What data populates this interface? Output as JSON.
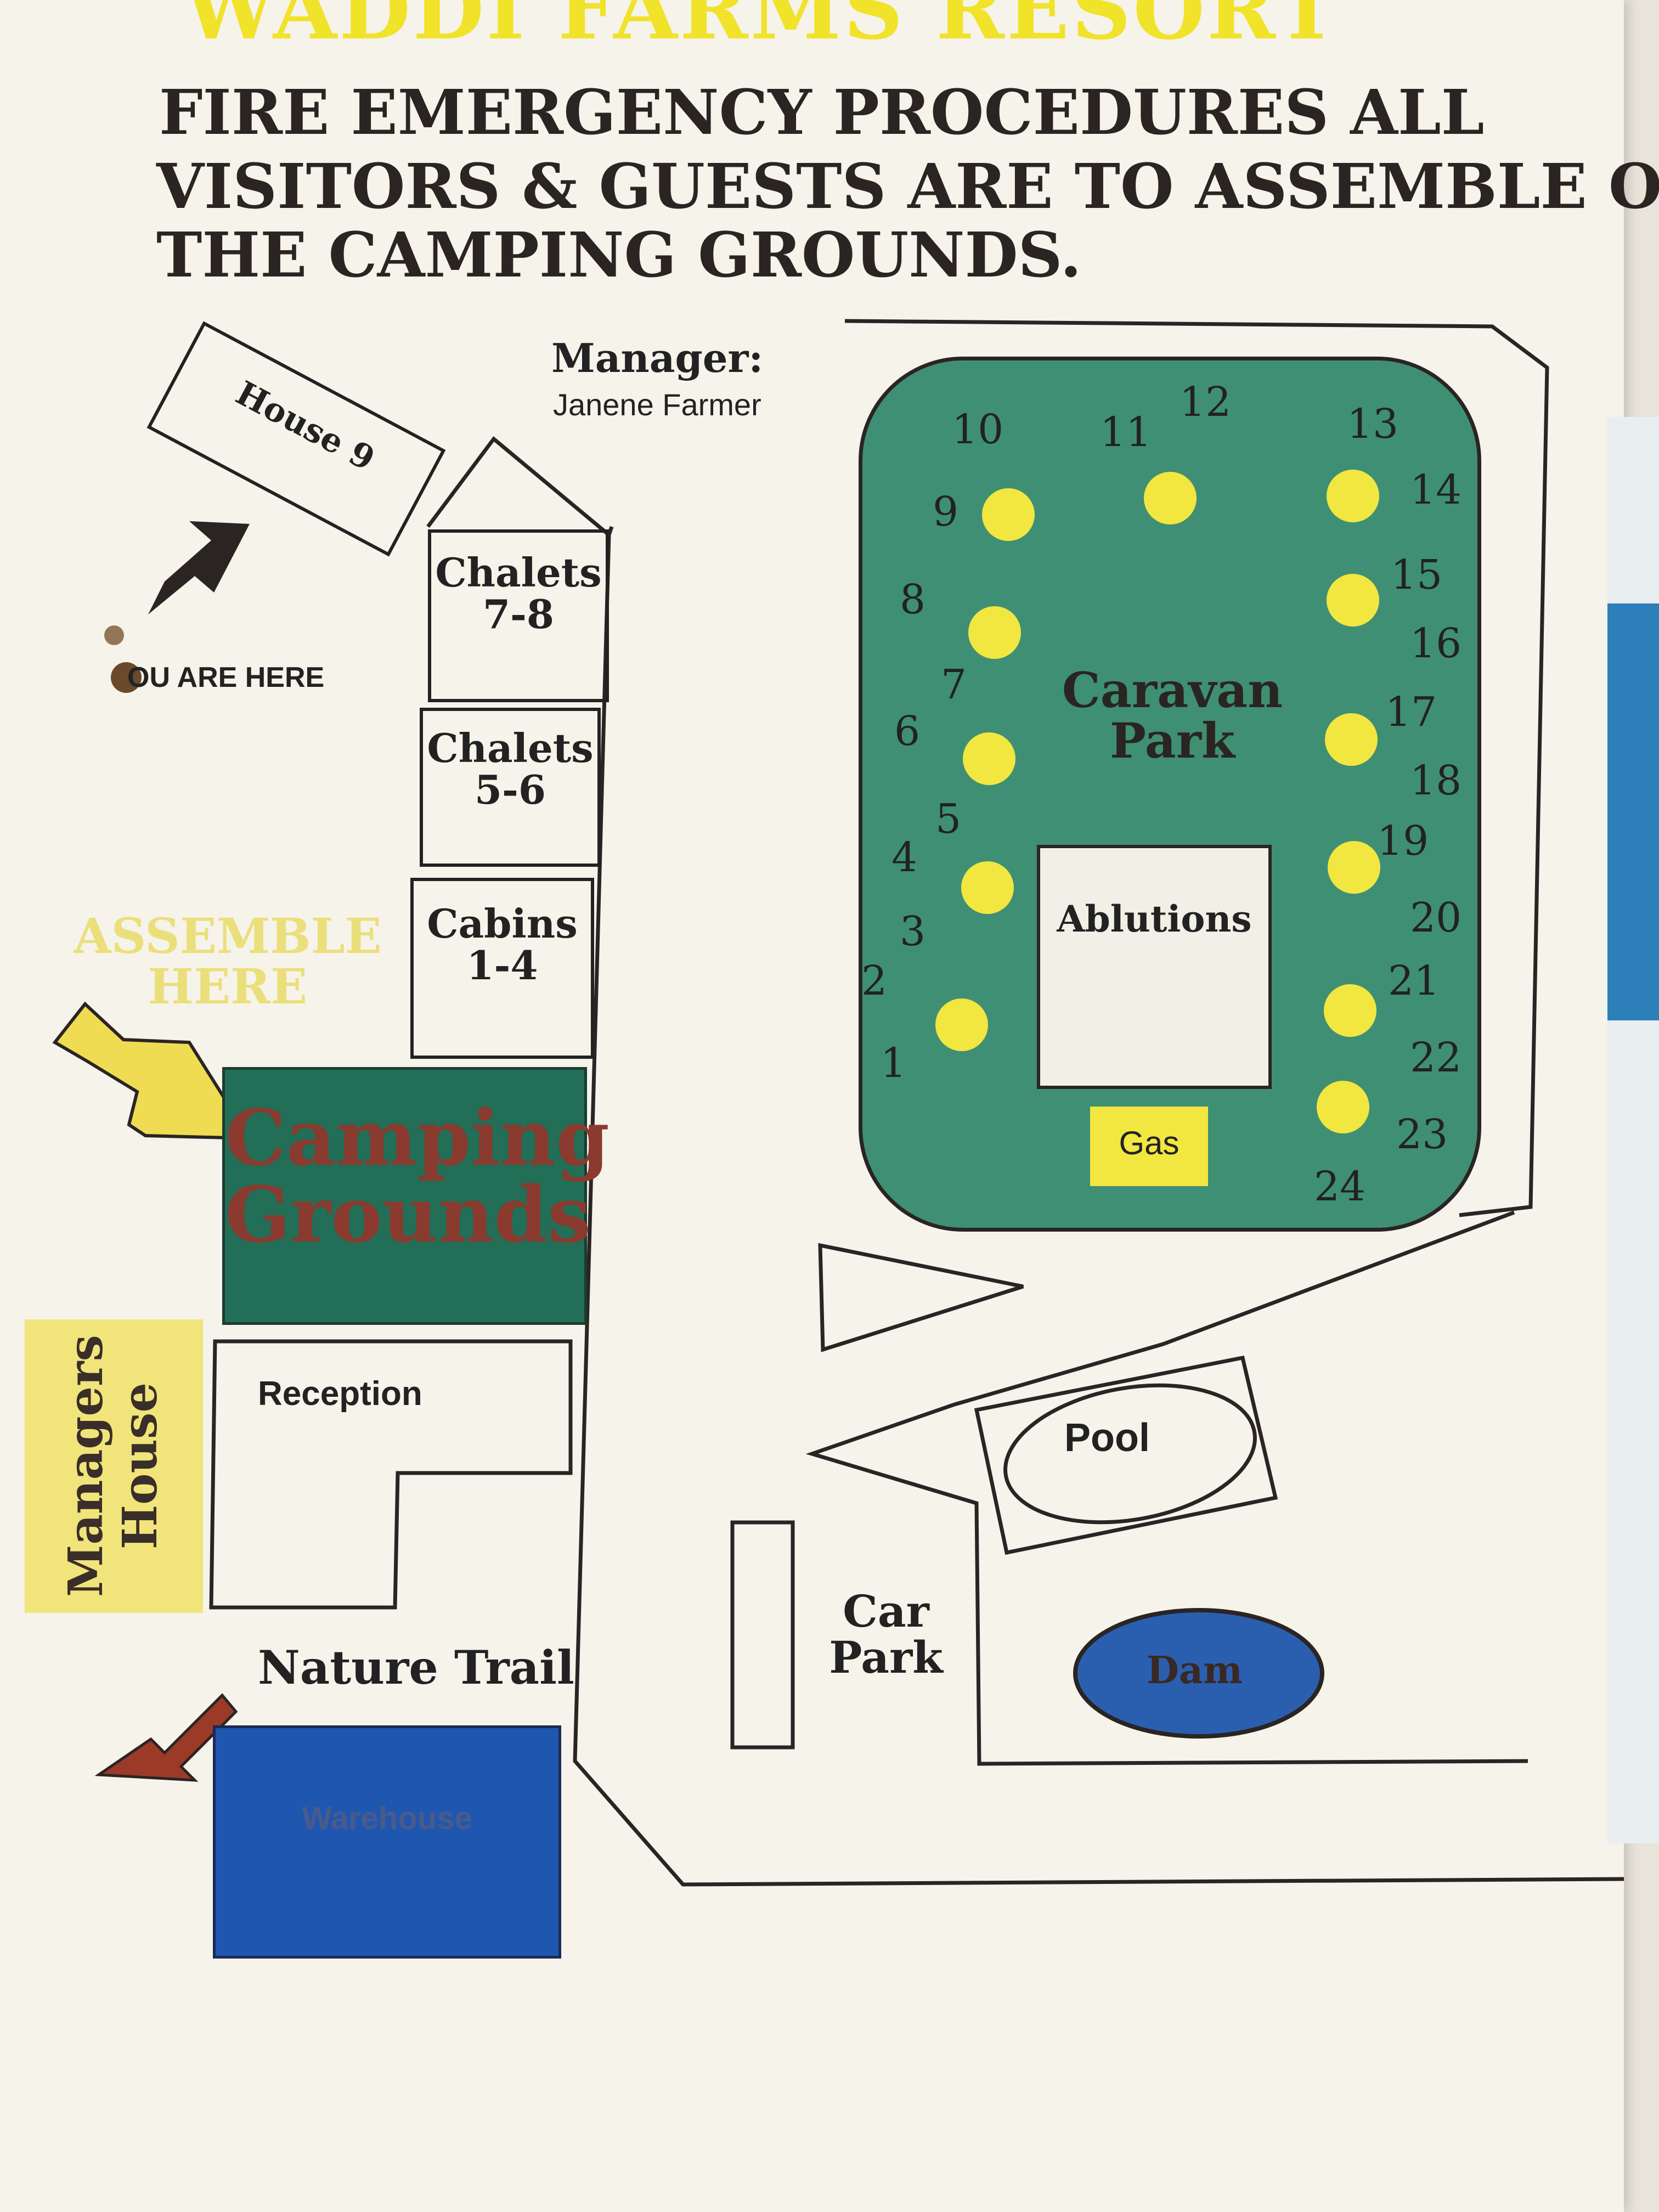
{
  "header": {
    "resort_name": "WADDI FARMS  RESORT",
    "instructions": [
      "FIRE EMERGENCY PROCEDURES ALL",
      "VISITORS & GUESTS ARE TO ASSEMBLE ON",
      "THE CAMPING GROUNDS."
    ]
  },
  "manager": {
    "label": "Manager:",
    "name": "Janene Farmer"
  },
  "you_are_here": "OU ARE HERE",
  "assemble_here": [
    "ASSEMBLE",
    "HERE"
  ],
  "buildings": {
    "house9": "House 9",
    "chalets78": [
      "Chalets",
      "7-8"
    ],
    "chalets56": [
      "Chalets",
      "5-6"
    ],
    "cabins14": [
      "Cabins",
      "1-4"
    ],
    "camping": [
      "Camping",
      "Grounds"
    ],
    "managers_house": [
      "Managers",
      "House"
    ],
    "reception": "Reception",
    "nature_trail": "Nature Trail",
    "warehouse": "Warehouse",
    "caravan_park": [
      "Caravan",
      "Park"
    ],
    "ablutions": "Ablutions",
    "gas": "Gas",
    "pool": "Pool",
    "car_park": [
      "Car",
      "Park"
    ],
    "dam": "Dam"
  },
  "bay_numbers": [
    "1",
    "2",
    "3",
    "4",
    "5",
    "6",
    "7",
    "8",
    "9",
    "10",
    "11",
    "12",
    "13",
    "14",
    "15",
    "16",
    "17",
    "18",
    "19",
    "20",
    "21",
    "22",
    "23",
    "24"
  ],
  "colors": {
    "title_yellow": "#f1e22a",
    "camping_green": "#226e57",
    "caravan_green": "#3f8f74",
    "bay_yellow": "#f2e640",
    "building_blue": "#1f57b0",
    "dam_blue": "#2a5fb0",
    "managers_yellow": "#f1e47a",
    "arrow_yellow": "#f0dc52",
    "arrow_red": "#9c3a28"
  }
}
